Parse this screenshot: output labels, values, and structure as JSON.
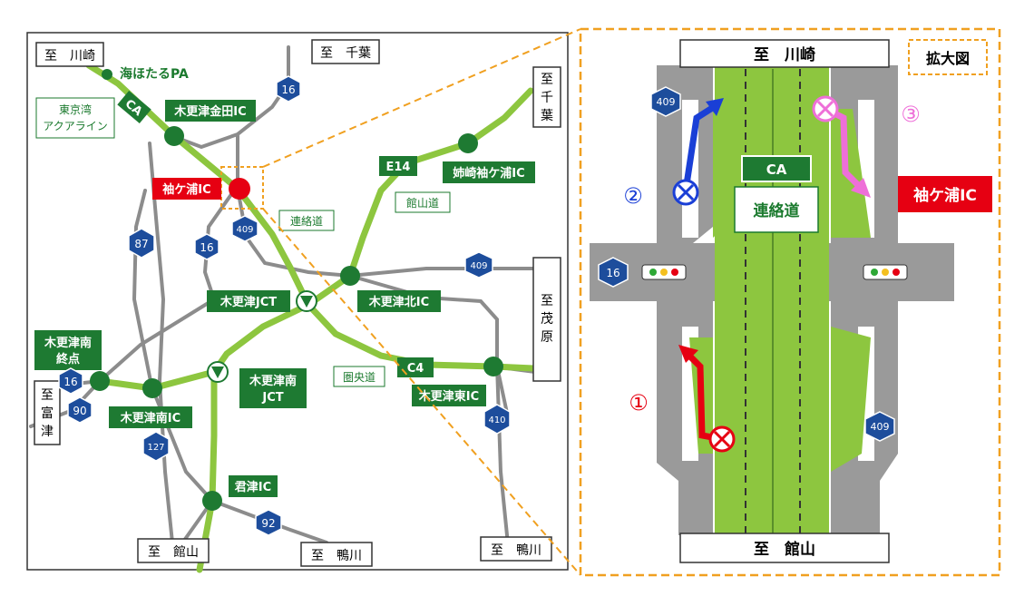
{
  "colors": {
    "expressway_green": "#8dc63f",
    "label_green": "#1b7a2e",
    "node_green": "#1e7a32",
    "road_gray": "#8c8c8c",
    "highlight_red": "#e60012",
    "dashed_orange": "#f0a020",
    "route_blue_shield": "#1d4d9c",
    "arrow_blue": "#1a3fd6",
    "arrow_pink": "#ee6fd8",
    "arrow_red": "#e60012"
  },
  "overview": {
    "destinations": {
      "kawasaki": "至　川崎",
      "chiba_top": "至　千葉",
      "chiba_right": [
        "至",
        "千",
        "葉"
      ],
      "mobara": [
        "至",
        "茂",
        "原"
      ],
      "futtsu": [
        "至",
        "富",
        "津"
      ],
      "tateyama": "至　館山",
      "kamogawa_mid": "至　鴨川",
      "kamogawa_right": "至　鴨川"
    },
    "nodes": {
      "umihotaru": "海ほたるPA",
      "kisarazu_kaneda": "木更津金田IC",
      "sodegaura": "袖ケ浦IC",
      "anegasaki": "姉崎袖ケ浦IC",
      "kisarazu_jct": "木更津JCT",
      "kisarazu_kita": "木更津北IC",
      "kisarazu_minami_end": [
        "木更津南",
        "終点"
      ],
      "kisarazu_minami_jct": [
        "木更津南",
        "JCT"
      ],
      "kisarazu_minami_ic": "木更津南IC",
      "kisarazu_higashi": "木更津東IC",
      "kimitsu": "君津IC"
    },
    "road_labels": {
      "aqualine": [
        "東京湾",
        "アクアライン"
      ],
      "tateyama_road": "館山道",
      "renrakudo": "連絡道",
      "kenodo": "圏央道"
    },
    "route_codes": {
      "ca": "CA",
      "e14": "E14",
      "c4": "C4"
    },
    "route_shields": {
      "r16_top": "16",
      "r409": "409",
      "r87": "87",
      "r16_mid": "16",
      "r409_right": "409",
      "r16_left": "16",
      "r90": "90",
      "r127": "127",
      "r410": "410",
      "r92": "92"
    }
  },
  "zoom": {
    "title": "拡大図",
    "top_destination": "至　川崎",
    "bottom_destination": "至　館山",
    "ca_code": "CA",
    "renrakudo": "連絡道",
    "sodegaura_ic": "袖ケ浦IC",
    "shield_409_top": "409",
    "shield_16": "16",
    "shield_409_bottom": "409",
    "markers": [
      "①",
      "②",
      "③"
    ]
  }
}
